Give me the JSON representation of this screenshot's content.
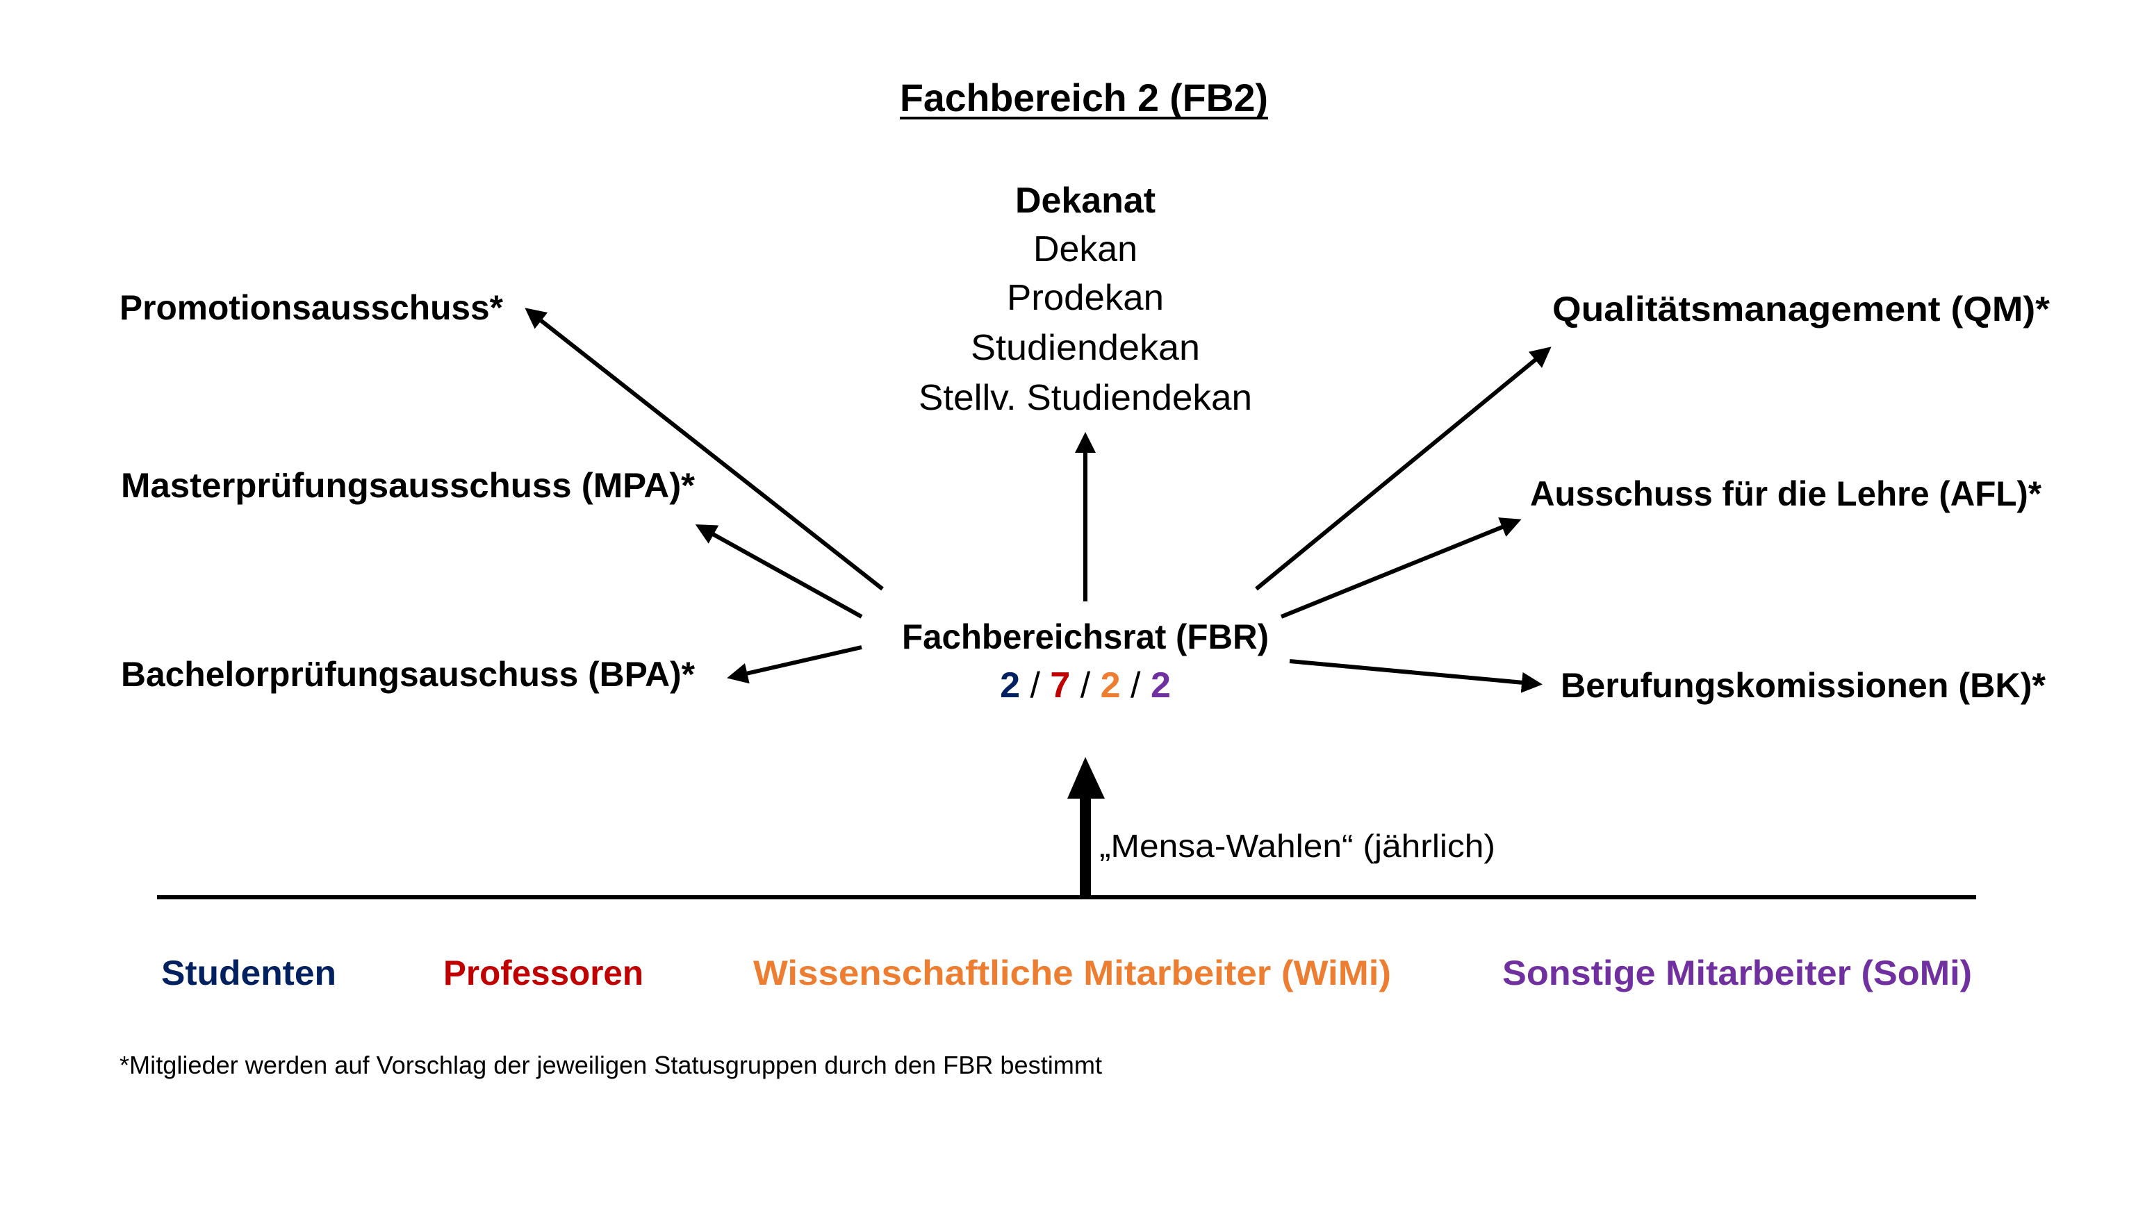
{
  "title": "Fachbereich 2 (FB2)",
  "dekanat": {
    "heading": "Dekanat",
    "members": [
      "Dekan",
      "Prodekan",
      "Studiendekan",
      "Stellv. Studiendekan"
    ]
  },
  "left_committees": [
    "Promotionsausschuss*",
    "Masterprüfungsausschuss (MPA)*",
    "Bachelorprüfungsauschuss (BPA)*"
  ],
  "right_committees": [
    "Qualitätsmanagement (QM)*",
    "Ausschuss für die Lehre (AFL)*",
    "Berufungskomissionen (BK)*"
  ],
  "council": {
    "name": "Fachbereichsrat (FBR)",
    "seats": [
      "2",
      "7",
      "2",
      "2"
    ],
    "separator": "/"
  },
  "election_label": "„Mensa-Wahlen“ (jährlich)",
  "status_groups": [
    {
      "label": "Studenten",
      "color": "#002060"
    },
    {
      "label": "Professoren",
      "color": "#C00000"
    },
    {
      "label": "Wissenschaftliche Mitarbeiter (WiMi)",
      "color": "#ED7D31"
    },
    {
      "label": "Sonstige Mitarbeiter (SoMi)",
      "color": "#7030A0"
    }
  ],
  "footnote": "*Mitglieder werden auf Vorschlag der jeweiligen Statusgruppen durch den FBR bestimmt"
}
